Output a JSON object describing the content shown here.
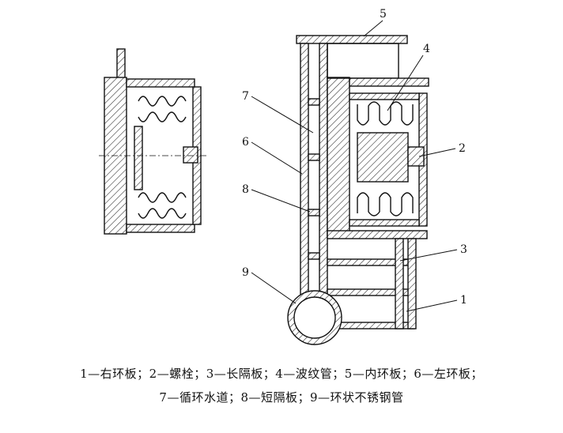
{
  "callouts": [
    {
      "id": "5",
      "label": "5"
    },
    {
      "id": "4",
      "label": "4"
    },
    {
      "id": "7",
      "label": "7"
    },
    {
      "id": "6",
      "label": "6"
    },
    {
      "id": "2",
      "label": "2"
    },
    {
      "id": "8",
      "label": "8"
    },
    {
      "id": "3",
      "label": "3"
    },
    {
      "id": "9",
      "label": "9"
    },
    {
      "id": "1",
      "label": "1"
    }
  ],
  "caption": {
    "line1": "1—右环板；2—螺栓；3—长隔板；4—波纹管；5—内环板；6—左环板；",
    "line2": "7—循环水道；8—短隔板；9—环状不锈钢管"
  }
}
